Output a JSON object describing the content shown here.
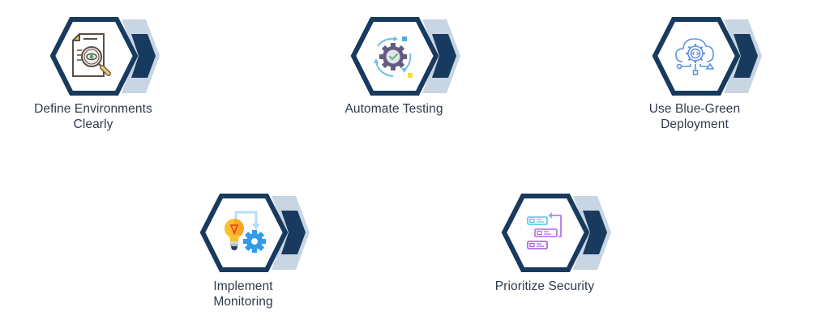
{
  "colors": {
    "hex_stroke": "#173a5e",
    "chevron_dark": "#173a5e",
    "chevron_light": "#c8d5e3",
    "text": "#2f3b4a"
  },
  "steps": [
    {
      "label_line1": "Define Environments",
      "label_line2": "Clearly",
      "icon": "document-inspect-icon"
    },
    {
      "label_line1": "Automate Testing",
      "label_line2": "",
      "icon": "gear-cycle-check-icon"
    },
    {
      "label_line1": "Use Blue-Green",
      "label_line2": "Deployment",
      "icon": "cloud-code-gear-icon"
    },
    {
      "label_line1": "Implement",
      "label_line2": "Monitoring",
      "icon": "lightbulb-gear-icon"
    },
    {
      "label_line1": "Prioritize Security",
      "label_line2": "",
      "icon": "flow-list-icon"
    }
  ]
}
